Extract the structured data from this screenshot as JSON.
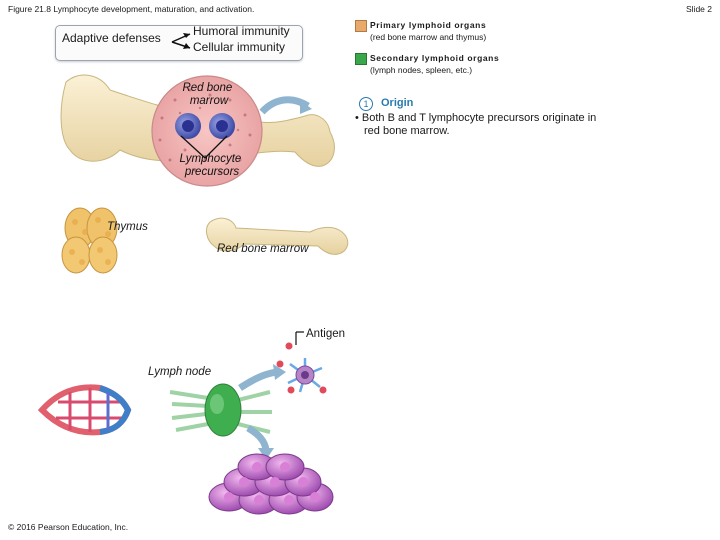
{
  "header": {
    "figure_title": "Figure 21.8 Lymphocyte development, maturation, and activation.",
    "slide": "Slide 2"
  },
  "defense_box": {
    "title": "Adaptive defenses",
    "branch_1": "Humoral immunity",
    "branch_2": "Cellular immunity"
  },
  "legend": {
    "primary_title": "Primary lymphoid organs",
    "primary_sub": "(red bone marrow and thymus)",
    "secondary_title": "Secondary lymphoid organs",
    "secondary_sub": "(lymph nodes, spleen, etc.)",
    "primary_color": "#e9a96a",
    "secondary_color": "#3aa84a"
  },
  "step": {
    "number": "1",
    "title": "Origin",
    "text_line_1": "• Both B and T lymphocyte precursors originate in",
    "text_line_2": "red bone marrow."
  },
  "labels": {
    "red_bone_marrow_top": "Red bone\nmarrow",
    "lymphocyte_precursors": "Lymphocyte\nprecursors",
    "thymus": "Thymus",
    "red_bone_marrow": "Red bone marrow",
    "antigen": "Antigen",
    "lymph_node": "Lymph node"
  },
  "footer": {
    "copyright": "© 2016 Pearson Education, Inc."
  }
}
